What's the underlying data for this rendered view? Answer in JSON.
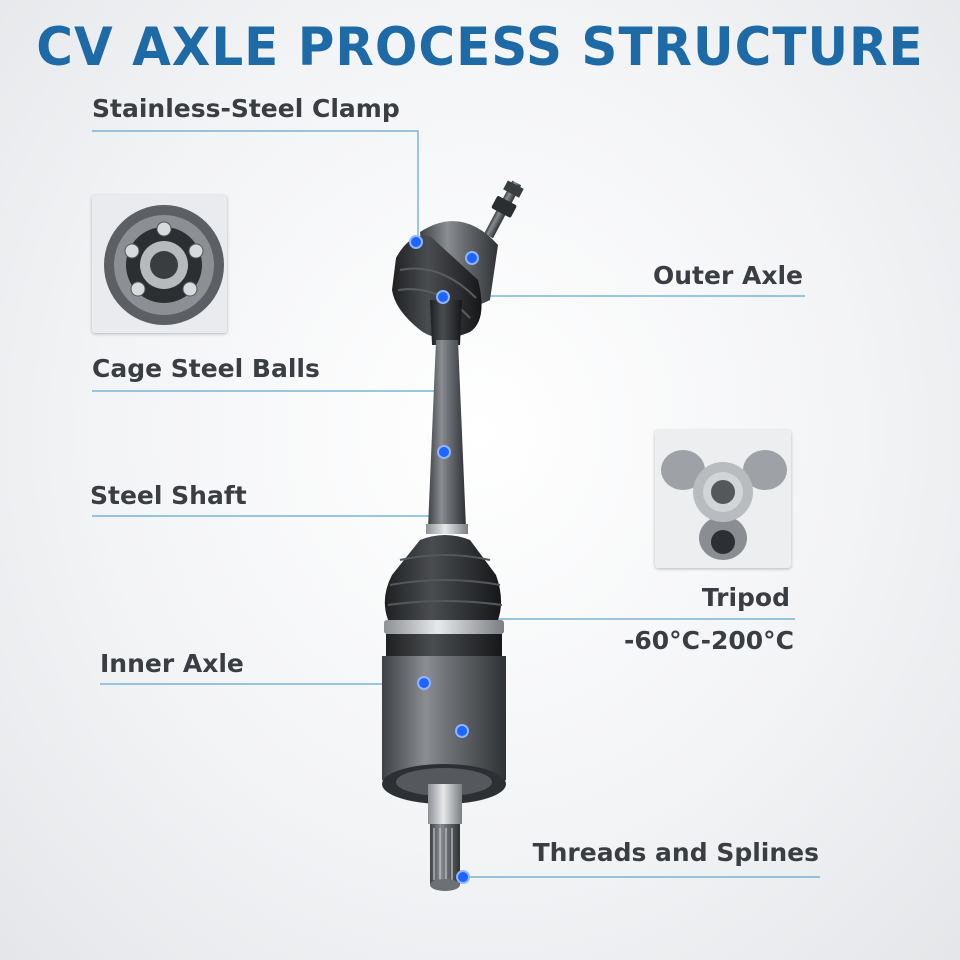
{
  "title": "CV AXLE PROCESS STRUCTURE",
  "labels": {
    "clamp": "Stainless-Steel Clamp",
    "outer_axle": "Outer Axle",
    "cage_balls": "Cage Steel Balls",
    "steel_shaft": "Steel Shaft",
    "tripod": "Tripod",
    "temp_range": "-60°C-200°C",
    "inner_axle": "Inner Axle",
    "threads": "Threads and Splines"
  },
  "colors": {
    "title": "#1d6aa6",
    "label": "#3a3d41",
    "leader": "#5fa8c9",
    "dot": "#1e64ff"
  }
}
